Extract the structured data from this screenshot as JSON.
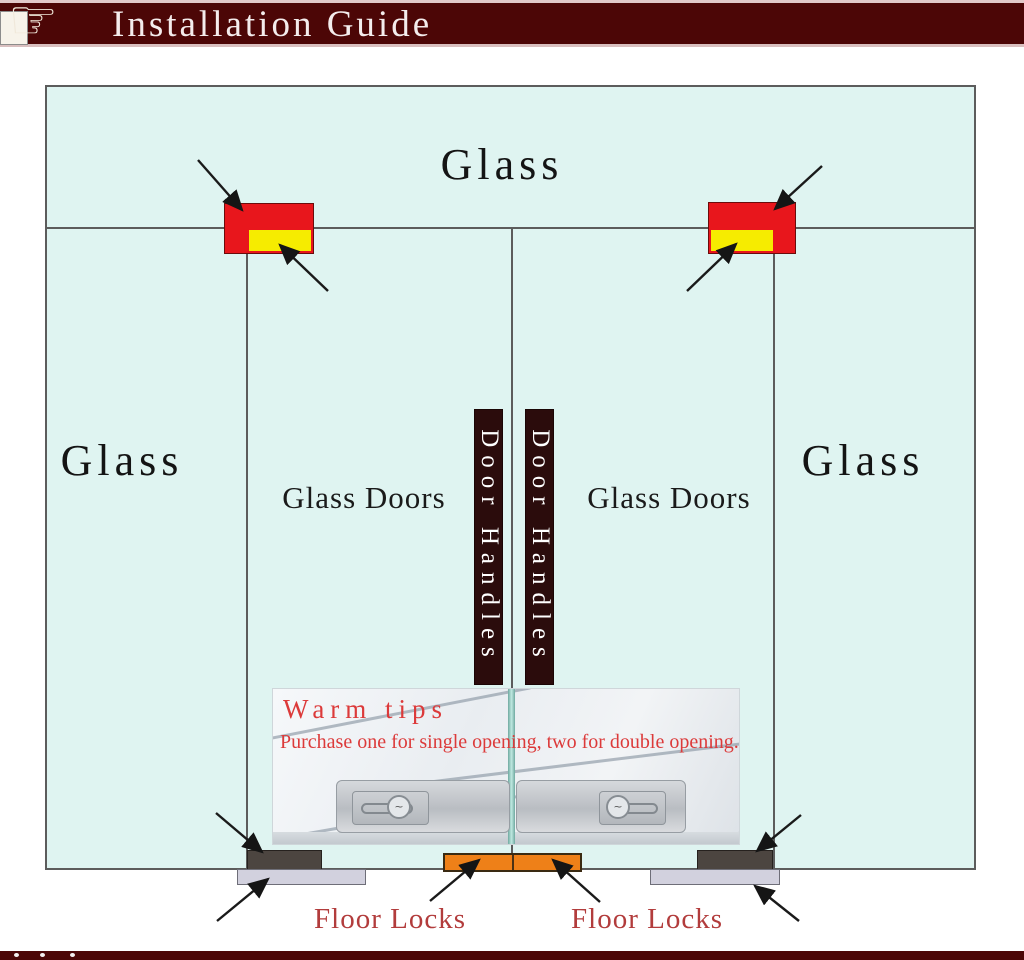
{
  "header": {
    "title": "Installation Guide",
    "hand_icon_glyph": "☞",
    "bar_color": "#4c0606",
    "text_color": "#f4ecec"
  },
  "diagram": {
    "glass_fill": "#dff4f1",
    "line_color": "#5c5c5c",
    "top_panel_label": "Glass",
    "left_panel_label": "Glass",
    "right_panel_label": "Glass",
    "left_door_label": "Glass Doors",
    "right_door_label": "Glass Doors",
    "handle_left_label": "Door Handles",
    "handle_right_label": "Door Handles",
    "handle_bar_color": "#2b0c0c",
    "clamp_red_color": "#e8161c",
    "clamp_yellow_color": "#f6ec00"
  },
  "warm_tips": {
    "title": "Warm tips",
    "line": "Purchase one for single opening, two for double opening.",
    "text_color": "#dc3a3a"
  },
  "floor": {
    "left_label": "Floor Locks",
    "right_label": "Floor Locks",
    "label_color": "#b23c3c",
    "dark_lock_color": "#4c4540",
    "center_lock_color": "#ee8018",
    "base_plate_color": "#d2d1de"
  }
}
